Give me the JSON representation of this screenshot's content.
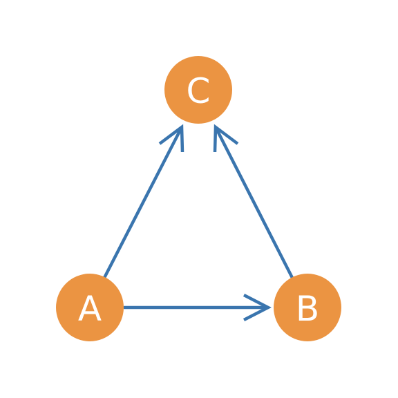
{
  "colors": {
    "node_fill": "#EB9442",
    "node_text": "#FFFFFF",
    "edge": "#3A75AE",
    "background": "#FFFFFF"
  },
  "nodes": [
    {
      "id": "A",
      "label": "A"
    },
    {
      "id": "B",
      "label": "B"
    },
    {
      "id": "C",
      "label": "C"
    }
  ],
  "edges": [
    {
      "from": "A",
      "to": "B",
      "directed": true
    },
    {
      "from": "A",
      "to": "C",
      "directed": true
    },
    {
      "from": "B",
      "to": "C",
      "directed": true
    }
  ]
}
